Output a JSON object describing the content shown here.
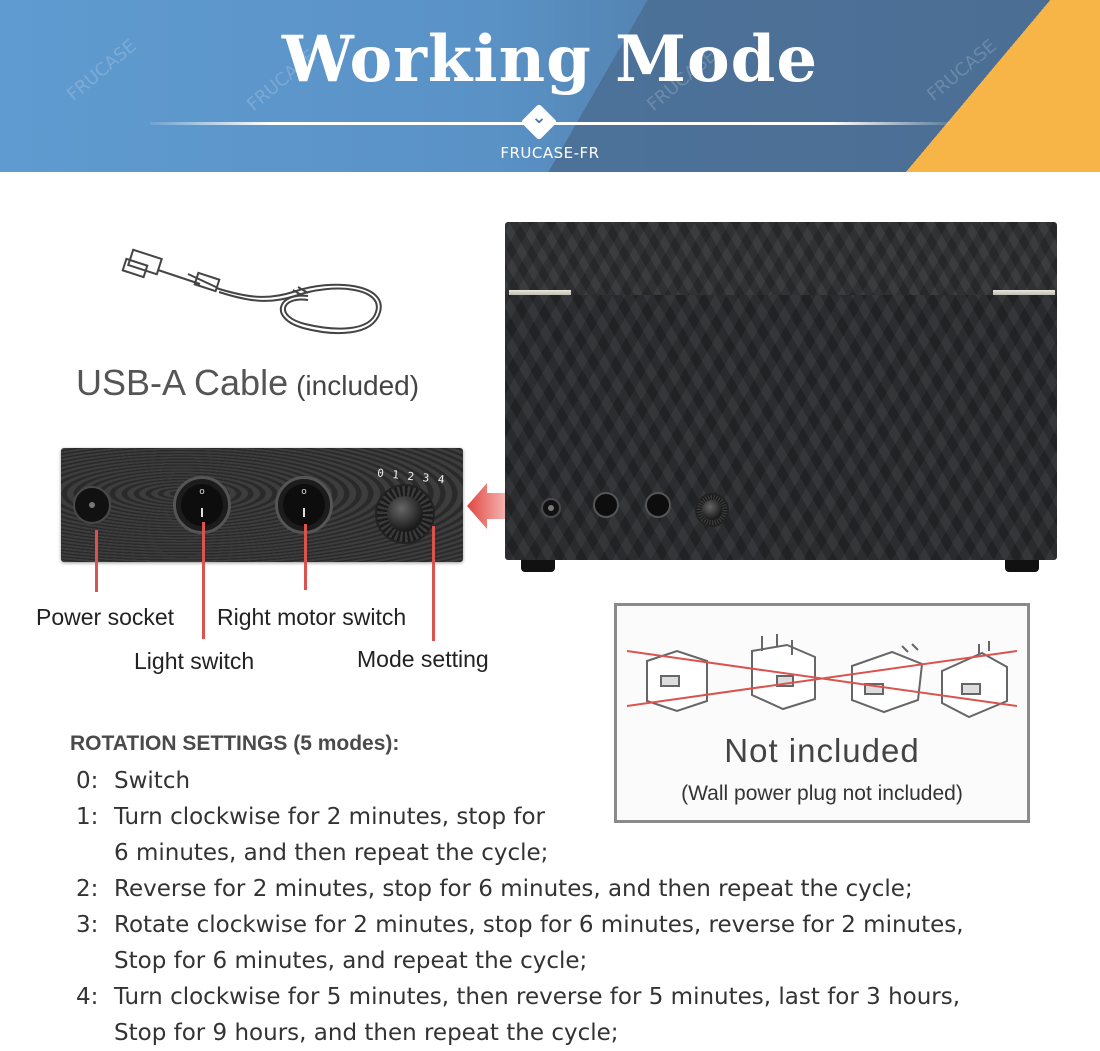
{
  "banner": {
    "title": "Working Mode",
    "subtitle": "FRUCASE-FR",
    "colors": {
      "blue": "#5f9bd0",
      "slate": "#4b6e94",
      "orange": "#f7b447"
    }
  },
  "cable": {
    "name": "USB-A Cable",
    "note": "(included)"
  },
  "controls": {
    "knob_digits": "0 1 2 3 4",
    "labels": {
      "power_socket": "Power socket",
      "light_switch": "Light switch",
      "right_motor_switch": "Right motor switch",
      "mode_setting": "Mode setting"
    },
    "callout_color": "#d9534f"
  },
  "not_included": {
    "title": "Not included",
    "subtitle": "(Wall power plug not included)"
  },
  "rotation": {
    "title": "ROTATION SETTINGS (5 modes):",
    "modes": [
      {
        "num": "0:",
        "text": "Switch"
      },
      {
        "num": "1:",
        "text": "Turn clockwise for 2 minutes, stop for",
        "text2": "6 minutes, and then repeat the cycle;"
      },
      {
        "num": "2:",
        "text": "Reverse for 2 minutes, stop for 6 minutes, and then repeat the cycle;"
      },
      {
        "num": "3:",
        "text": "Rotate clockwise for 2 minutes, stop for 6 minutes, reverse for 2 minutes,",
        "text2": "Stop for 6 minutes, and repeat the cycle;"
      },
      {
        "num": "4:",
        "text": "Turn clockwise for 5 minutes, then reverse for 5 minutes, last for 3 hours,",
        "text2": "Stop for 9 hours, and then repeat the cycle;"
      }
    ]
  },
  "icons": [
    "usb-cable-icon",
    "arrow-left-icon",
    "wall-plug-icon"
  ]
}
